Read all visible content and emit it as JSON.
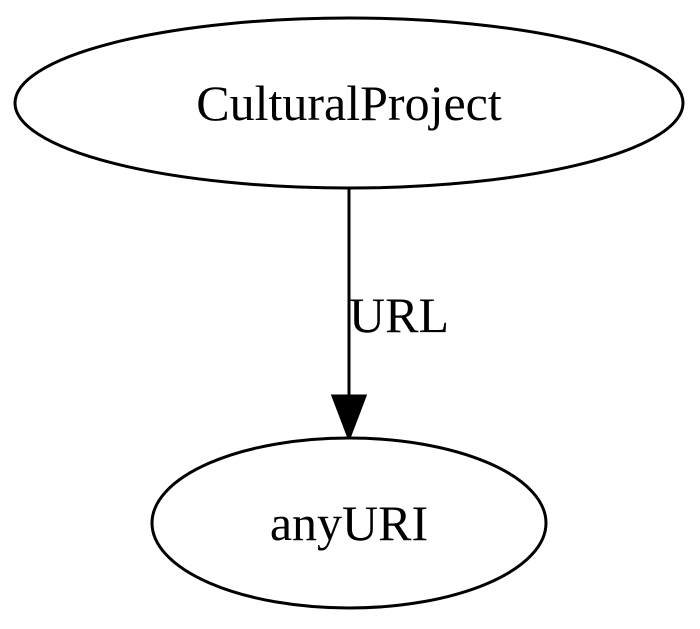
{
  "diagram": {
    "nodes": [
      {
        "id": "culturalproject",
        "label": "CulturalProject"
      },
      {
        "id": "anyuri",
        "label": "anyURI"
      }
    ],
    "edges": [
      {
        "from": "culturalproject",
        "to": "anyuri",
        "label": "URL"
      }
    ]
  }
}
